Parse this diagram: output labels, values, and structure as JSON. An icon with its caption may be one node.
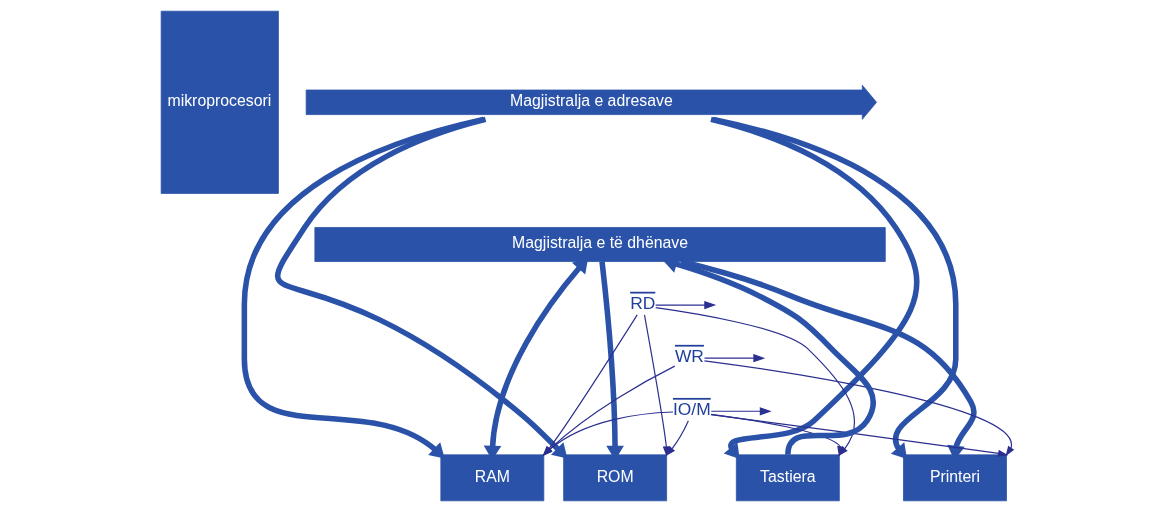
{
  "diagram": {
    "nodes": [
      {
        "text": [
          "mikroprocesori"
        ]
      },
      {
        "text": [
          "Magjistralja e adresave"
        ]
      },
      {
        "text": [
          "Magjistralja e të dhënave"
        ]
      },
      {
        "text": [
          "RD"
        ]
      },
      {
        "text": [
          "WR"
        ]
      },
      {
        "text": [
          "IO/M"
        ]
      },
      {
        "text": [
          "RAM"
        ]
      },
      {
        "text": [
          "ROM"
        ]
      },
      {
        "text": [
          "Tastiera"
        ]
      },
      {
        "text": [
          "Printeri"
        ]
      }
    ],
    "edges": [
      {
        "from": 1,
        "to": 6,
        "arrow": "to",
        "style": "thick"
      },
      {
        "from": 2,
        "to": 6,
        "arrow": "both",
        "style": "thick"
      },
      {
        "from": 1,
        "to": 7,
        "arrow": "to",
        "style": "thick"
      },
      {
        "from": 2,
        "to": 7,
        "arrow": "to",
        "style": "thick"
      },
      {
        "from": 1,
        "to": 8,
        "arrow": "to",
        "style": "thick"
      },
      {
        "from": 8,
        "to": 2,
        "arrow": "to",
        "style": "thick"
      },
      {
        "from": 1,
        "to": 9,
        "arrow": "to",
        "style": "thick"
      },
      {
        "from": 2,
        "to": 9,
        "arrow": "to",
        "style": "thick"
      },
      {
        "from": 3,
        "to": 6,
        "arrow": "to"
      },
      {
        "from": 4,
        "to": 6,
        "arrow": "to"
      },
      {
        "from": 5,
        "to": 6,
        "arrow": "to"
      },
      {
        "from": 3,
        "to": 7,
        "arrow": "to"
      },
      {
        "from": 5,
        "to": 7,
        "arrow": "to"
      },
      {
        "from": 3,
        "to": 8,
        "arrow": "to"
      },
      {
        "from": 5,
        "to": 8,
        "arrow": "to"
      },
      {
        "from": 4,
        "to": 9,
        "arrow": "to"
      },
      {
        "from": 5,
        "to": 9,
        "arrow": "to"
      },
      {
        "from": 3,
        "to": null,
        "arrow": "to"
      },
      {
        "from": 4,
        "to": null,
        "arrow": "to"
      },
      {
        "from": 5,
        "to": null,
        "arrow": "to"
      }
    ]
  }
}
